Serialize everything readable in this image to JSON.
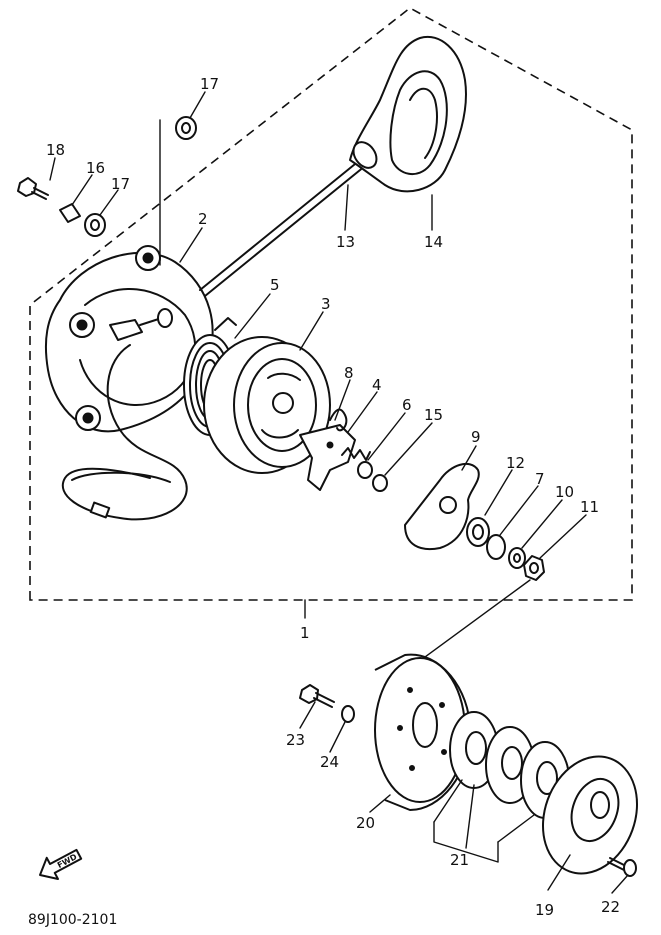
{
  "drawing_code": "89J100-2101",
  "fwd_label": "FWD",
  "callouts": {
    "c1": "1",
    "c2": "2",
    "c3": "3",
    "c4": "4",
    "c5": "5",
    "c6": "6",
    "c7": "7",
    "c8": "8",
    "c9": "9",
    "c10": "10",
    "c11": "11",
    "c12": "12",
    "c13": "13",
    "c14": "14",
    "c15": "15",
    "c16": "16",
    "c17a": "17",
    "c17b": "17",
    "c18": "18",
    "c19": "19",
    "c20": "20",
    "c21": "21",
    "c22": "22",
    "c23": "23",
    "c24": "24"
  }
}
